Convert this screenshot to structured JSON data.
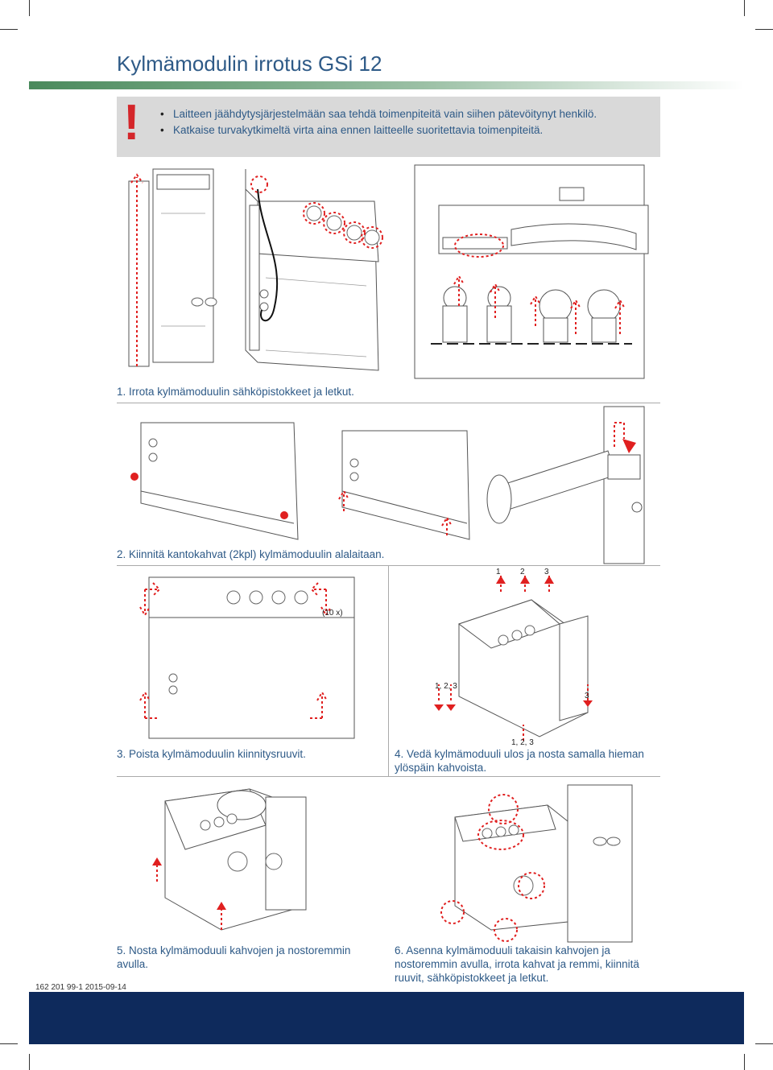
{
  "page": {
    "title": "Kylmämodulin irrotus GSi 12",
    "doc_code": "162 201 99-1   2015-09-14"
  },
  "warning": {
    "mark": "!",
    "items": [
      "Laitteen jäähdytysjärjestelmään saa tehdä toimenpiteitä vain siihen pätevöitynyt henkilö.",
      "Katkaise turvakytkimeltä virta aina ennen laitteelle suoritettavia toimenpiteitä."
    ]
  },
  "steps": [
    {
      "label": "1. Irrota kylmämoduulin sähköpistokkeet ja letkut."
    },
    {
      "label": "2. Kiinnitä kantokahvat (2kpl) kylmämoduulin alalaitaan."
    },
    {
      "label": "3. Poista kylmämoduulin kiinnitysruuvit."
    },
    {
      "label": "4. Vedä kylmämoduuli ulos ja nosta samalla hieman ylöspäin kahvoista."
    },
    {
      "label": "5. Nosta kylmämoduuli kahvojen ja nostoremmin avulla."
    },
    {
      "label": "6. Asenna kylmämoduuli takaisin kahvojen ja nostoremmin avulla, irrota kahvat ja remmi, kiinnitä ruuvit, sähköpistokkeet ja letkut."
    }
  ],
  "illustration_labels": {
    "screw_count": "(10 x)",
    "order_1": "1",
    "order_2": "2",
    "order_3": "3",
    "order_123": "1, 2, 3",
    "order_3b": "3",
    "order_123b": "1, 2, 3"
  },
  "colors": {
    "accent_blue": "#2e5a87",
    "warning_red": "#d4262a",
    "callout_red": "#e02020",
    "footer_navy": "#0e2a5c",
    "warning_bg": "#d9d9d9"
  }
}
